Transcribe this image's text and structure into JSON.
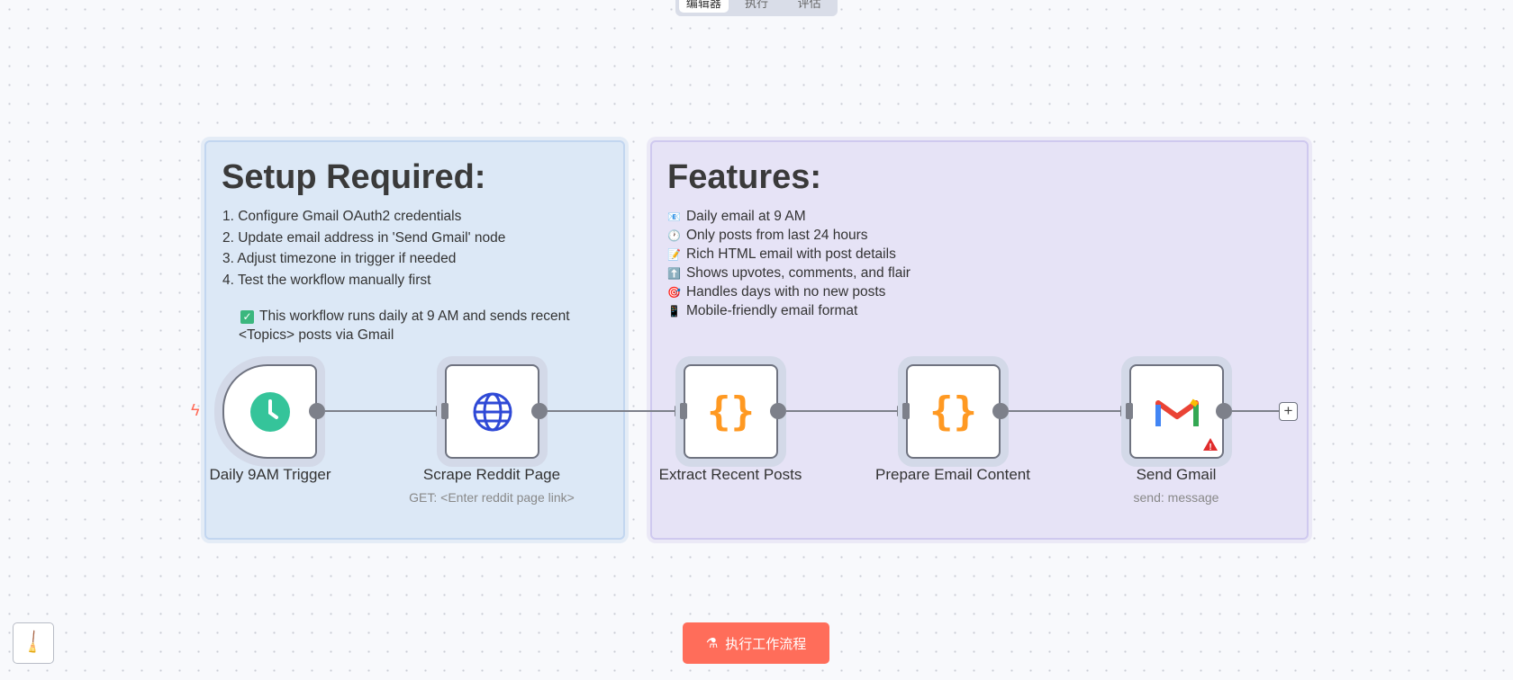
{
  "tabs": [
    {
      "label": "编辑器",
      "active": true
    },
    {
      "label": "执行",
      "active": false
    },
    {
      "label": "评估",
      "active": false
    }
  ],
  "setup": {
    "title": "Setup Required:",
    "items": [
      "1. Configure Gmail OAuth2 credentials",
      "2. Update email address in 'Send Gmail' node",
      "3. Adjust timezone in trigger if needed",
      "4. Test the workflow manually first"
    ],
    "note_line1": "This workflow runs daily at 9 AM and sends recent",
    "note_line2": "<Topics> posts via Gmail"
  },
  "features": {
    "title": "Features:",
    "items": [
      {
        "icon": "📧",
        "text": "Daily email at 9 AM"
      },
      {
        "icon": "🕐",
        "text": "Only posts from last 24 hours"
      },
      {
        "icon": "📝",
        "text": "Rich HTML email with post details"
      },
      {
        "icon": "⬆️",
        "text": "Shows upvotes, comments, and flair"
      },
      {
        "icon": "🎯",
        "text": "Handles days with no new posts"
      },
      {
        "icon": "📱",
        "text": "Mobile-friendly email format"
      }
    ]
  },
  "nodes": [
    {
      "label": "Daily 9AM Trigger",
      "icon": "clock-icon"
    },
    {
      "label": "Scrape Reddit Page",
      "subtitle": "GET: <Enter reddit page link>",
      "icon": "globe-icon"
    },
    {
      "label": "Extract Recent Posts",
      "icon": "code-icon"
    },
    {
      "label": "Prepare Email Content",
      "icon": "code-icon"
    },
    {
      "label": "Send Gmail",
      "subtitle": "send: message",
      "icon": "gmail-icon",
      "warning": true
    }
  ],
  "run_button": "执行工作流程",
  "colors": {
    "accent": "#ff6d5a",
    "trigger": "#35c49a",
    "code": "#ff9922",
    "globe": "#2f49d6"
  }
}
